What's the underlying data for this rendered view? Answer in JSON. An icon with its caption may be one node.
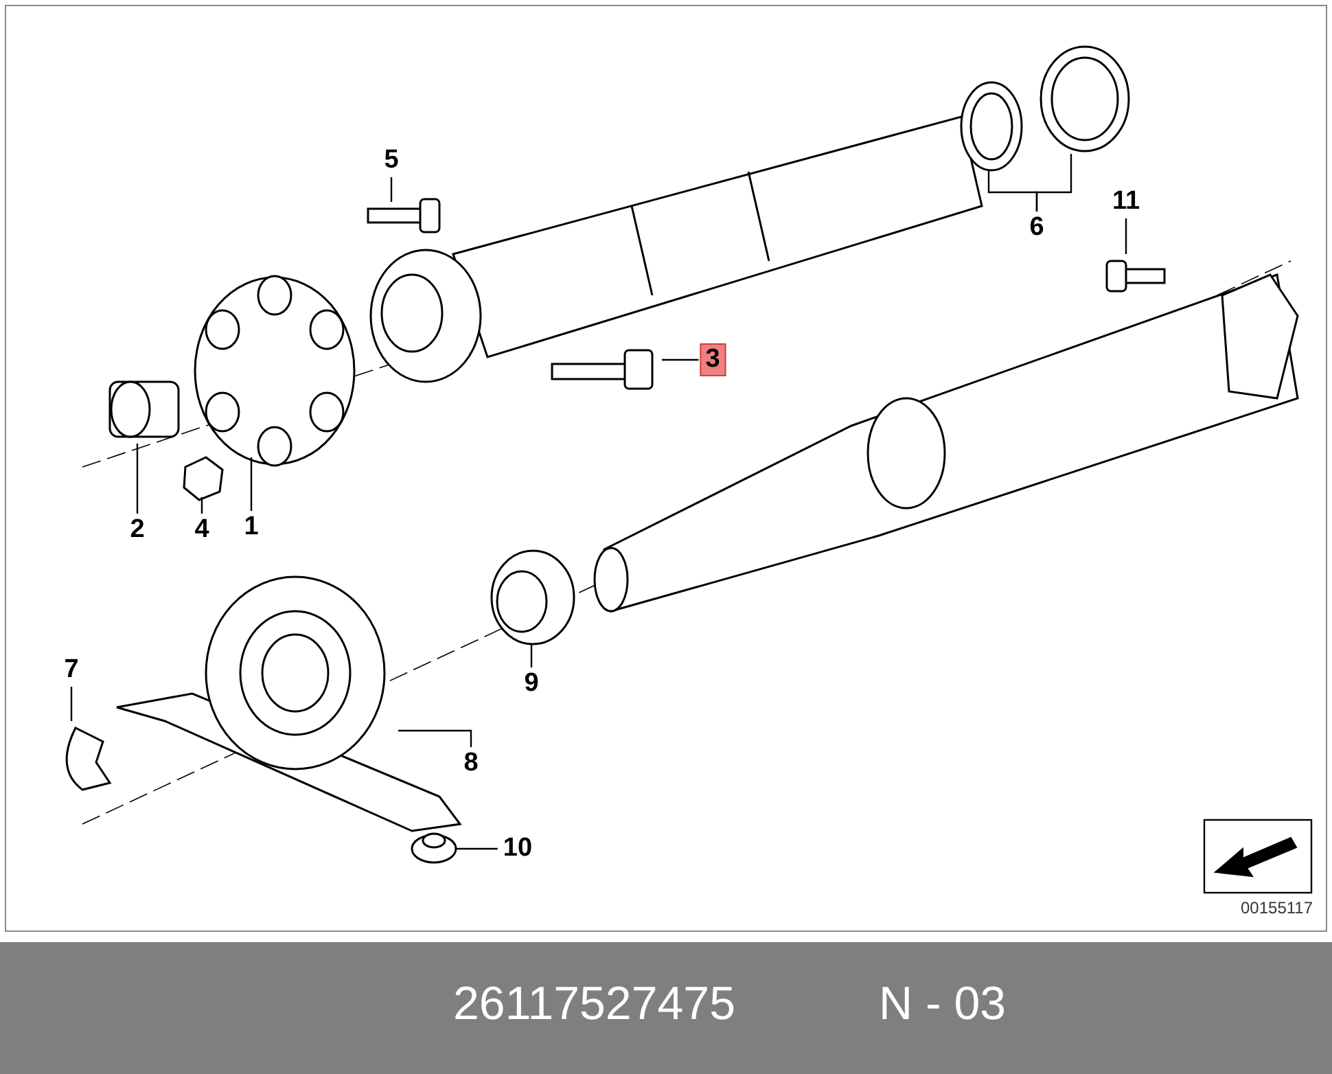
{
  "diagram": {
    "nodes": [
      {
        "text": [
          "5"
        ]
      },
      {
        "text": [
          "11"
        ]
      },
      {
        "text": [
          "6"
        ]
      },
      {
        "text": [
          "3"
        ]
      },
      {
        "text": [
          "2"
        ]
      },
      {
        "text": [
          "4"
        ]
      },
      {
        "text": [
          "1"
        ]
      },
      {
        "text": [
          "7"
        ]
      },
      {
        "text": [
          "9"
        ]
      },
      {
        "text": [
          "8"
        ]
      },
      {
        "text": [
          "10"
        ]
      }
    ],
    "edges": [
      {
        "from": 0,
        "to": null,
        "arrow": "none"
      },
      {
        "from": 1,
        "to": null,
        "arrow": "none"
      },
      {
        "from": 2,
        "to": null,
        "arrow": "none"
      },
      {
        "from": 2,
        "to": null,
        "arrow": "none"
      },
      {
        "from": 3,
        "to": null,
        "arrow": "none"
      },
      {
        "from": 4,
        "to": null,
        "arrow": "none"
      },
      {
        "from": 5,
        "to": null,
        "arrow": "none"
      },
      {
        "from": 6,
        "to": null,
        "arrow": "none"
      },
      {
        "from": 7,
        "to": null,
        "arrow": "none"
      },
      {
        "from": 8,
        "to": null,
        "arrow": "none"
      },
      {
        "from": 9,
        "to": null,
        "arrow": "none"
      },
      {
        "from": 10,
        "to": null,
        "arrow": "none"
      }
    ],
    "labels": [
      "00155117",
      "26117527475",
      "N - 03"
    ]
  }
}
